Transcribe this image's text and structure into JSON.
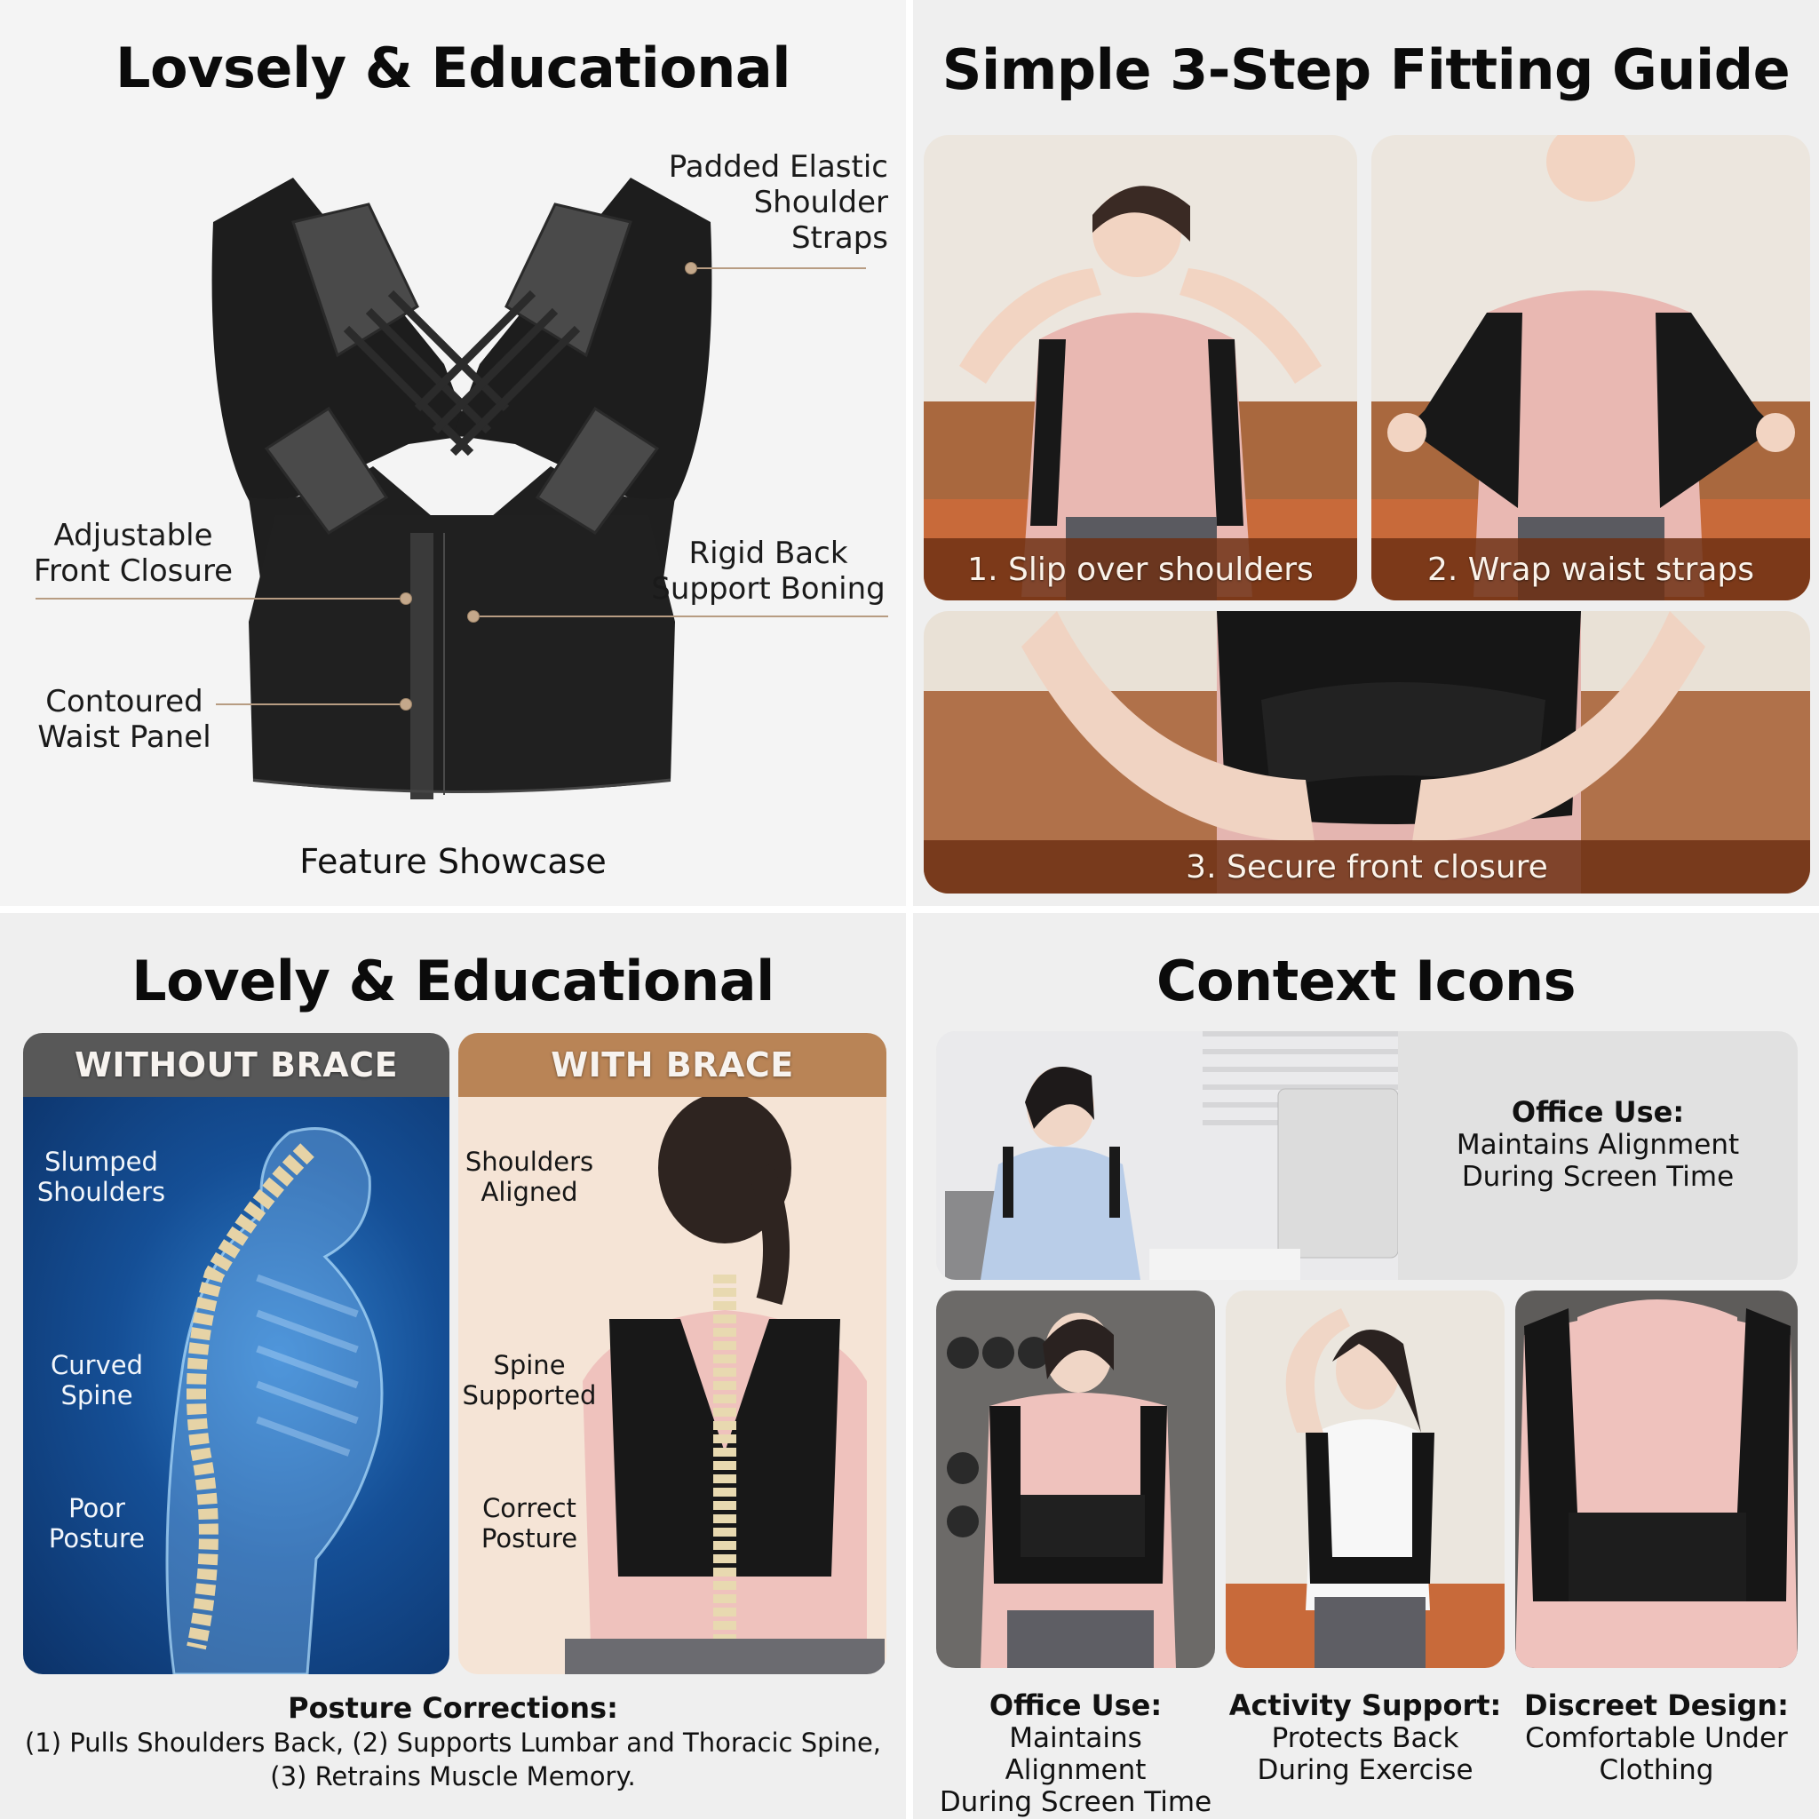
{
  "colors": {
    "background": "#f2f2f2",
    "leader_line": "#b79c82",
    "step_bar": "#6e3014",
    "without_header": "#585858",
    "with_header": "#b98456",
    "xray_blue": "#0f4a8a",
    "peach_bg": "#f4e2d4"
  },
  "feature_showcase": {
    "title": "Lovsely & Educational",
    "callouts": {
      "padded_straps": "Padded Elastic\nShoulder\nStraps",
      "front_closure": "Adjustable\nFront Closure",
      "back_boning": "Rigid Back\nSupport Boning",
      "waist_panel": "Contoured\nWaist Panel"
    },
    "callout_lines": {
      "padded_1": "Padded Elastic",
      "padded_2": "Shoulder",
      "padded_3": "Straps",
      "front_1": "Adjustable",
      "front_2": "Front Closure",
      "back_1": "Rigid Back",
      "back_2": "Support Boning",
      "waist_1": "Contoured",
      "waist_2": "Waist Panel"
    },
    "caption": "Feature Showcase"
  },
  "fitting_guide": {
    "title": "Simple 3-Step Fitting Guide",
    "steps": [
      {
        "label": "1. Slip over shoulders"
      },
      {
        "label": "2. Wrap waist straps"
      },
      {
        "label": "3. Secure front closure"
      }
    ]
  },
  "comparison": {
    "title": "Lovely & Educational",
    "without": {
      "header": "WITHOUT BRACE",
      "labels": [
        {
          "l1": "Slumped",
          "l2": "Shoulders"
        },
        {
          "l1": "Curved",
          "l2": "Spine"
        },
        {
          "l1": "Poor",
          "l2": "Posture"
        }
      ]
    },
    "with": {
      "header": "WITH BRACE",
      "labels": [
        {
          "l1": "Shoulders",
          "l2": "Aligned"
        },
        {
          "l1": "Spine",
          "l2": "Supported"
        },
        {
          "l1": "Correct",
          "l2": "Posture"
        }
      ]
    },
    "summary": {
      "heading": "Posture Corrections:",
      "line1": "(1) Pulls Shoulders Back, (2) Supports Lumbar and Thoracic Spine,",
      "line2": "(3) Retrains Muscle Memory."
    }
  },
  "context": {
    "title": "Context Icons",
    "hero": {
      "heading": "Office Use:",
      "line1": "Maintains Alignment",
      "line2": "During Screen Time"
    },
    "items": [
      {
        "heading": "Office Use:",
        "line1": "Maintains Alignment",
        "line2": "During Screen Time"
      },
      {
        "heading": "Activity Support:",
        "line1": "Protects Back",
        "line2": "During Exercise"
      },
      {
        "heading": "Discreet Design:",
        "line1": "Comfortable Under",
        "line2": "Clothing"
      }
    ]
  }
}
